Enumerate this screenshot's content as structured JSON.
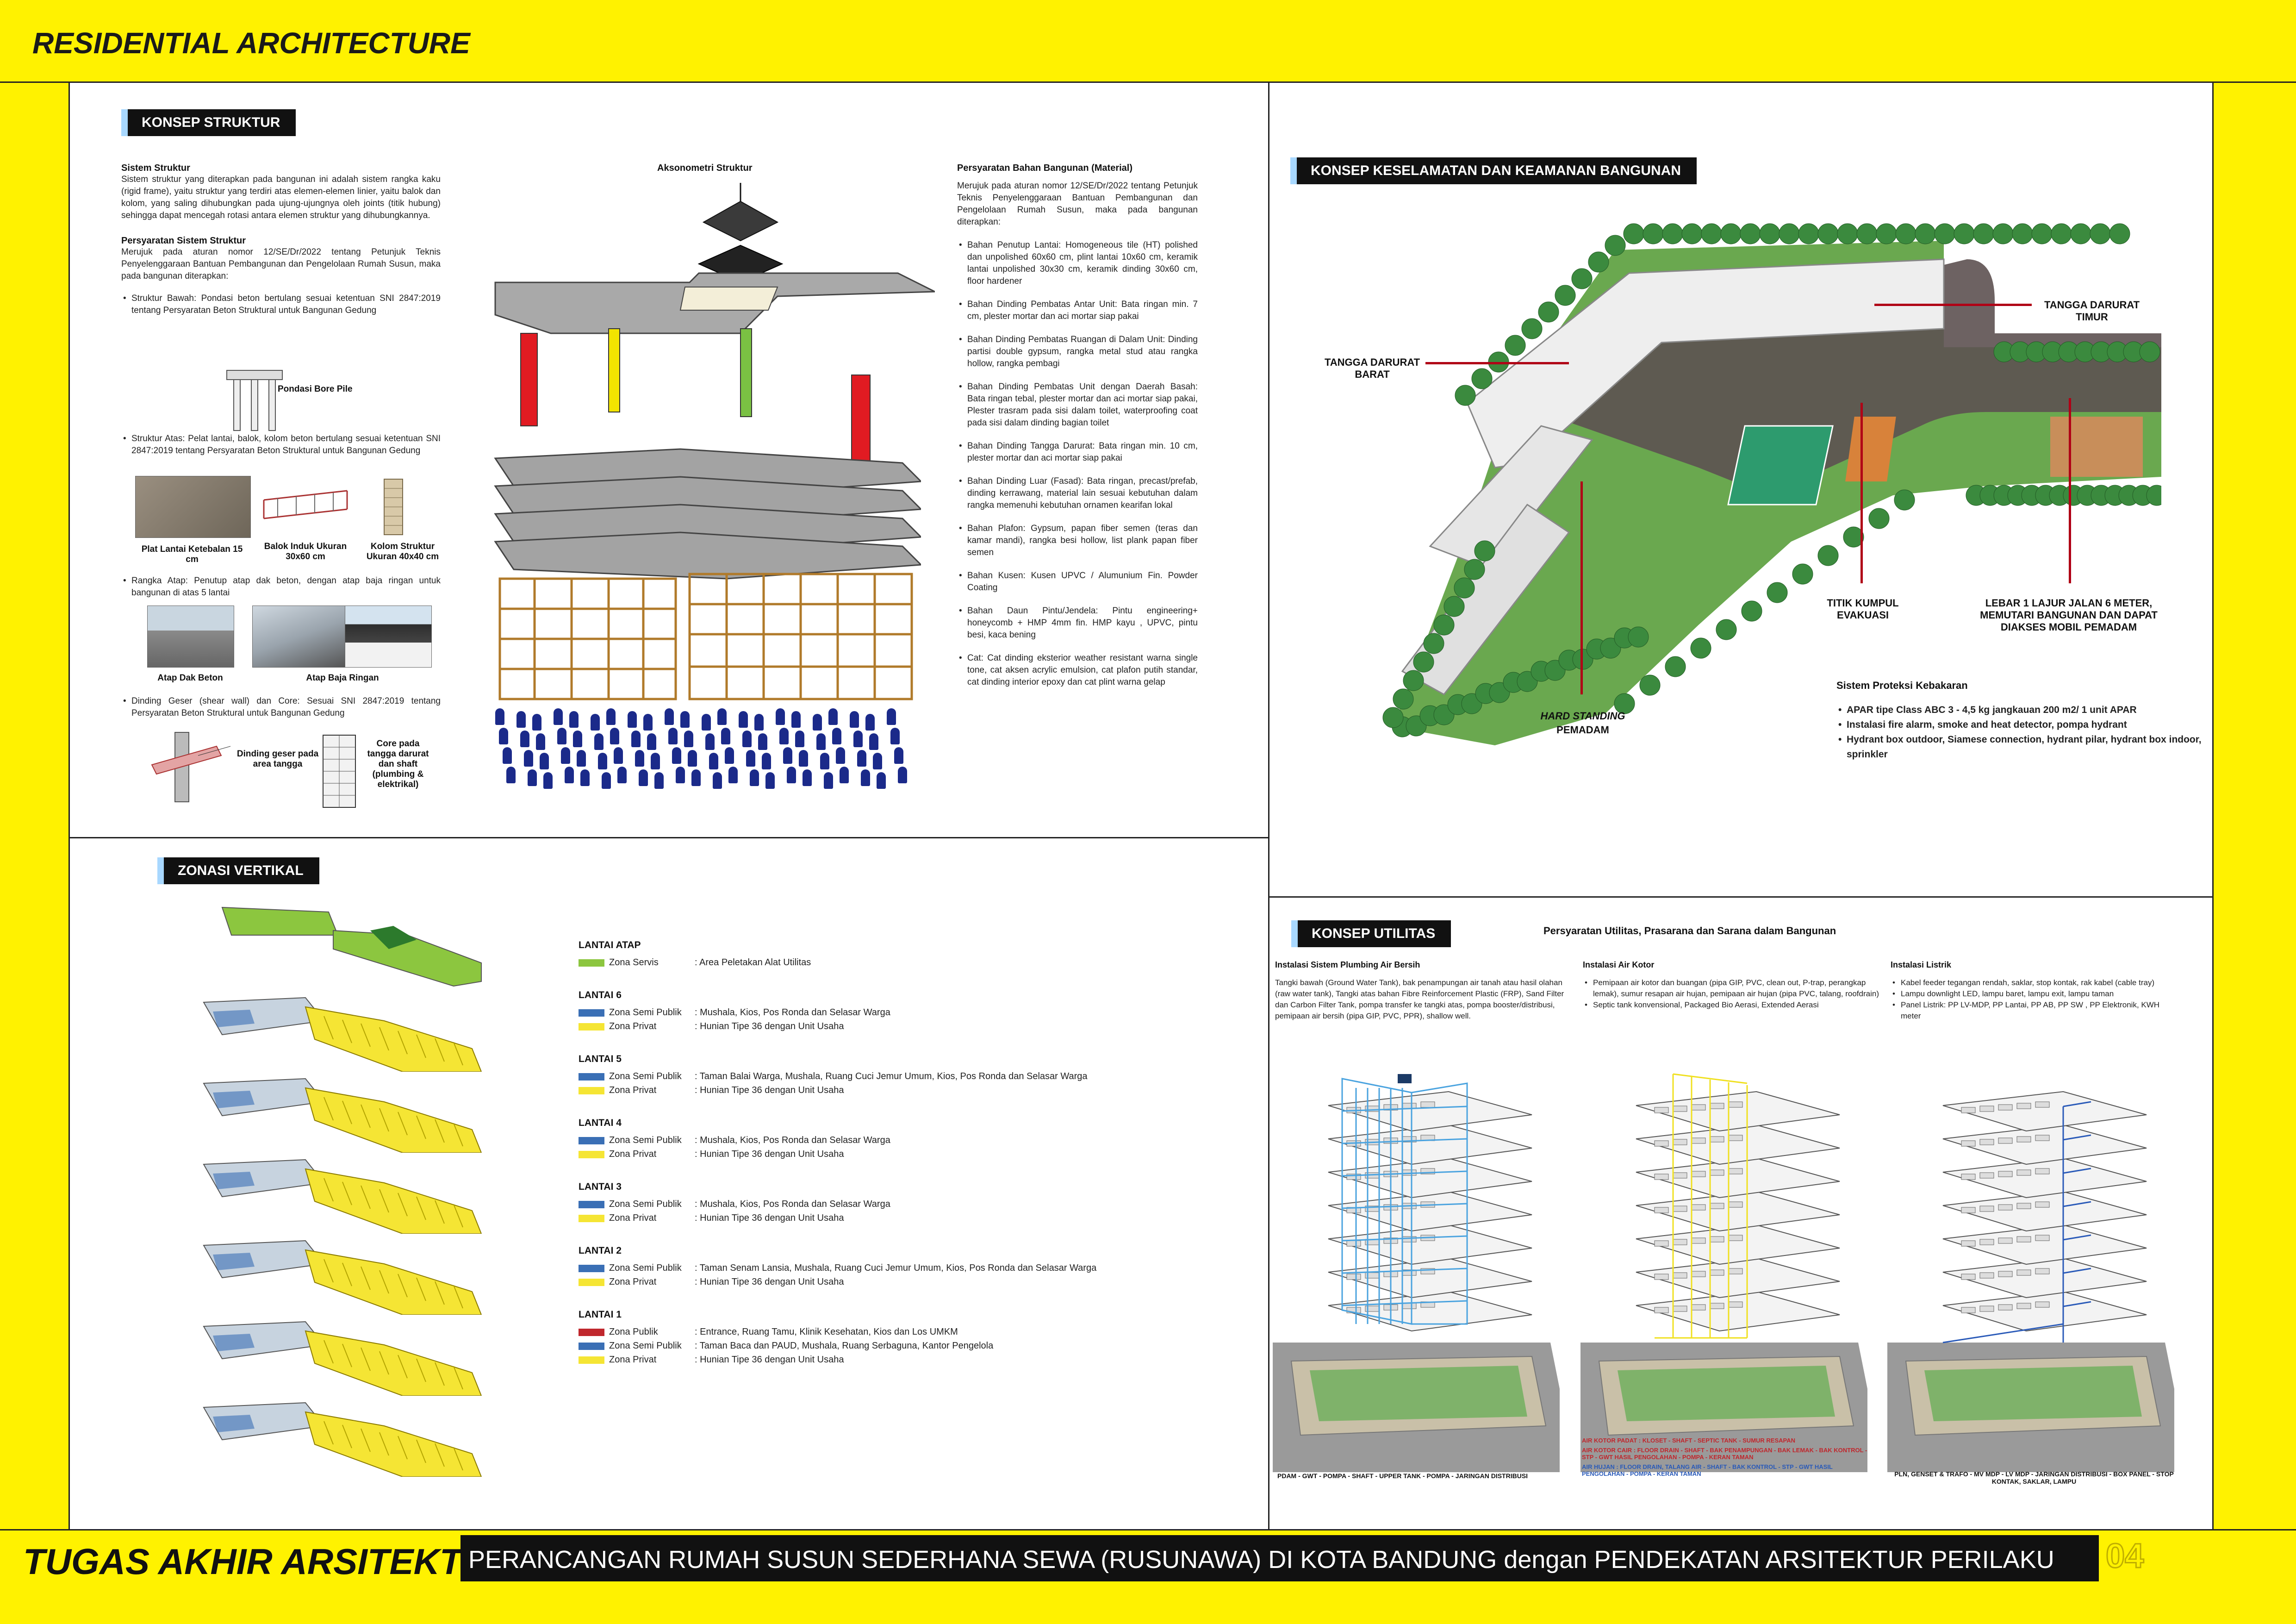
{
  "header": {
    "title": "RESIDENTIAL ARCHITECTURE"
  },
  "footer": {
    "left": "TUGAS AKHIR ARSITEKTUR",
    "center": "PERANCANGAN RUMAH SUSUN SEDERHANA SEWA (RUSUNAWA) DI KOTA BANDUNG dengan PENDEKATAN ARSITEKTUR PERILAKU",
    "page": "04"
  },
  "konsep_struktur": {
    "title": "KONSEP STRUKTUR",
    "sistem_heading": "Sistem Struktur",
    "sistem_text": "Sistem struktur yang diterapkan pada bangunan ini adalah sistem rangka kaku (rigid frame), yaitu struktur yang terdiri atas elemen-elemen linier, yaitu balok dan kolom, yang saling dihubungkan pada ujung-ujungnya oleh joints (titik hubung) sehingga dapat mencegah rotasi antara elemen struktur yang dihubungkannya.",
    "persyaratan_heading": "Persyaratan Sistem Struktur",
    "persyaratan_text": "Merujuk pada aturan nomor 12/SE/Dr/2022 tentang Petunjuk Teknis Penyelenggaraan Bantuan Pembangunan dan Pengelolaan Rumah Susun, maka pada bangunan diterapkan:",
    "struktur_bawah": "Struktur Bawah: Pondasi beton bertulang sesuai ketentuan SNI 2847:2019 tentang Persyaratan Beton Struktural untuk Bangunan Gedung",
    "pondasi_caption": "Pondasi Bore Pile",
    "struktur_atas": "Struktur Atas: Pelat lantai, balok, kolom beton bertulang sesuai ketentuan SNI 2847:2019 tentang Persyaratan Beton Struktural untuk Bangunan Gedung",
    "photo_captions": [
      "Plat Lantai Ketebalan 15 cm",
      "Balok Induk Ukuran 30x60 cm",
      "Kolom Struktur Ukuran 40x40 cm"
    ],
    "rangka_atap": "Rangka Atap: Penutup atap dak beton, dengan atap baja ringan untuk bangunan di atas 5 lantai",
    "atap_captions": [
      "Atap Dak Beton",
      "Atap Baja Ringan"
    ],
    "dinding_geser": "Dinding Geser (shear wall) dan Core: Sesuai SNI 2847:2019 tentang Persyaratan Beton Struktural untuk Bangunan Gedung",
    "dinding_caption": "Dinding geser pada area tangga",
    "core_caption": "Core pada tangga darurat dan shaft (plumbing & elektrikal)",
    "aksonometri_title": "Aksonometri Struktur",
    "material_heading": "Persyaratan Bahan Bangunan (Material)",
    "material_intro": "Merujuk pada aturan nomor 12/SE/Dr/2022 tentang Petunjuk Teknis Penyelenggaraan Bantuan Pembangunan dan Pengelolaan Rumah Susun, maka pada bangunan diterapkan:",
    "materials": [
      "Bahan Penutup Lantai: Homogeneous tile (HT) polished dan unpolished 60x60 cm, plint lantai 10x60 cm, keramik lantai unpolished 30x30 cm, keramik dinding 30x60 cm, floor hardener",
      "Bahan Dinding Pembatas Antar Unit: Bata ringan min. 7 cm, plester mortar dan aci mortar siap pakai",
      "Bahan Dinding Pembatas Ruangan di Dalam Unit: Dinding partisi double gypsum, rangka metal stud atau rangka hollow, rangka pembagi",
      "Bahan Dinding Pembatas Unit dengan Daerah Basah: Bata ringan tebal, plester mortar dan aci mortar siap pakai, Plester trasram pada sisi dalam toilet, waterproofing coat pada sisi dalam dinding bagian toilet",
      "Bahan Dinding Tangga Darurat: Bata ringan min. 10 cm, plester mortar dan aci mortar siap pakai",
      "Bahan Dinding Luar (Fasad): Bata ringan, precast/prefab, dinding kerrawang, material lain sesuai kebutuhan dalam rangka memenuhi kebutuhan ornamen kearifan lokal",
      "Bahan Plafon: Gypsum, papan fiber semen (teras dan kamar mandi), rangka besi hollow, list plank papan fiber semen",
      "Bahan Kusen: Kusen UPVC / Alumunium Fin. Powder Coating",
      "Bahan Daun Pintu/Jendela: Pintu engineering+ honeycomb + HMP 4mm fin. HMP kayu , UPVC, pintu besi, kaca bening",
      "Cat: Cat dinding eksterior weather resistant warna single tone, cat aksen acrylic emulsion, cat plafon putih standar, cat dinding interior epoxy dan cat plint warna gelap"
    ]
  },
  "keselamatan": {
    "title": "KONSEP KESELAMATAN DAN KEAMANAN BANGUNAN",
    "labels": {
      "tangga_timur": "TANGGA DARURAT TIMUR",
      "tangga_barat": "TANGGA DARURAT BARAT",
      "titik_kumpul": "TITIK KUMPUL EVAKUASI",
      "lebar_jalan": "LEBAR 1 LAJUR JALAN 6 METER, MEMUTARI BANGUNAN DAN DAPAT DIAKSES MOBIL PEMADAM",
      "hard_standing_1": "HARD STANDING",
      "hard_standing_2": "PEMADAM"
    },
    "proteksi_heading": "Sistem Proteksi Kebakaran",
    "proteksi_items": [
      "APAR tipe Class ABC 3 - 4,5 kg jangkauan 200 m2/ 1 unit APAR",
      "Instalasi fire alarm, smoke and heat detector, pompa hydrant",
      "Hydrant box outdoor, Siamese connection, hydrant pilar, hydrant box indoor, sprinkler"
    ]
  },
  "zonasi": {
    "title": "ZONASI VERTIKAL",
    "floors": [
      {
        "name": "LANTAI ATAP",
        "rows": [
          {
            "zone": "Zona Servis",
            "desc": ": Area Peletakan Alat Utilitas",
            "color": "#8cc63f"
          }
        ]
      },
      {
        "name": "LANTAI 6",
        "rows": [
          {
            "zone": "Zona Semi Publik",
            "desc": ": Mushala, Kios, Pos Ronda dan Selasar Warga",
            "color": "#3a6fb5"
          },
          {
            "zone": "Zona Privat",
            "desc": ": Hunian Tipe 36 dengan Unit Usaha",
            "color": "#f5e534"
          }
        ]
      },
      {
        "name": "LANTAI 5",
        "rows": [
          {
            "zone": "Zona Semi Publik",
            "desc": ": Taman Balai Warga, Mushala, Ruang Cuci Jemur Umum, Kios, Pos Ronda dan Selasar Warga",
            "color": "#3a6fb5"
          },
          {
            "zone": "Zona Privat",
            "desc": ": Hunian Tipe 36 dengan Unit Usaha",
            "color": "#f5e534"
          }
        ]
      },
      {
        "name": "LANTAI 4",
        "rows": [
          {
            "zone": "Zona Semi Publik",
            "desc": ": Mushala, Kios, Pos Ronda dan Selasar Warga",
            "color": "#3a6fb5"
          },
          {
            "zone": "Zona Privat",
            "desc": ": Hunian Tipe 36 dengan Unit Usaha",
            "color": "#f5e534"
          }
        ]
      },
      {
        "name": "LANTAI 3",
        "rows": [
          {
            "zone": "Zona Semi Publik",
            "desc": ": Mushala, Kios, Pos Ronda dan Selasar Warga",
            "color": "#3a6fb5"
          },
          {
            "zone": "Zona Privat",
            "desc": ": Hunian Tipe 36 dengan Unit Usaha",
            "color": "#f5e534"
          }
        ]
      },
      {
        "name": "LANTAI 2",
        "rows": [
          {
            "zone": "Zona Semi Publik",
            "desc": ": Taman Senam Lansia, Mushala, Ruang Cuci Jemur Umum, Kios, Pos Ronda dan Selasar Warga",
            "color": "#3a6fb5"
          },
          {
            "zone": "Zona Privat",
            "desc": ": Hunian Tipe 36 dengan Unit Usaha",
            "color": "#f5e534"
          }
        ]
      },
      {
        "name": "LANTAI 1",
        "rows": [
          {
            "zone": "Zona Publik",
            "desc": ": Entrance, Ruang Tamu, Klinik Kesehatan, Kios dan Los UMKM",
            "color": "#c0272d"
          },
          {
            "zone": "Zona Semi Publik",
            "desc": ": Taman Baca dan PAUD, Mushala, Ruang Serbaguna, Kantor Pengelola",
            "color": "#3a6fb5"
          },
          {
            "zone": "Zona Privat",
            "desc": ": Hunian Tipe 36 dengan Unit Usaha",
            "color": "#f5e534"
          }
        ]
      }
    ]
  },
  "utilitas": {
    "title": "KONSEP UTILITAS",
    "subtitle": "Persyaratan Utilitas, Prasarana dan Sarana dalam Bangunan",
    "plumbing_heading": "Instalasi Sistem Plumbing Air Bersih",
    "plumbing_text": "Tangki bawah (Ground Water Tank), bak penampungan air tanah atau hasil olahan (raw water tank), Tangki atas bahan Fibre Reinforcement Plastic (FRP), Sand Filter dan Carbon Filter Tank, pompa transfer ke tangki atas, pompa booster/distribusi, pemipaan air bersih (pipa GIP, PVC, PPR), shallow well.",
    "kotor_heading": "Instalasi Air Kotor",
    "kotor_items": [
      "Pemipaan air kotor dan buangan (pipa GIP, PVC, clean out, P-trap, perangkap lemak), sumur resapan air hujan, pemipaan air hujan (pipa PVC, talang, roofdrain)",
      "Septic tank konvensional, Packaged Bio Aerasi, Extended Aerasi"
    ],
    "listrik_heading": "Instalasi Listrik",
    "listrik_items": [
      "Kabel feeder tegangan rendah, saklar, stop kontak, rak kabel (cable tray)",
      "Lampu downlight LED, lampu baret, lampu exit, lampu taman",
      "Panel Listrik: PP LV-MDP, PP Lantai, PP AB, PP SW , PP Elektronik, KWH meter"
    ],
    "plumbing_caption": "PDAM - GWT - POMPA - SHAFT - UPPER TANK - POMPA - JARINGAN DISTRIBUSI",
    "kotor_captions": [
      "AIR KOTOR PADAT : KLOSET - SHAFT - SEPTIC TANK - SUMUR RESAPAN",
      "AIR KOTOR CAIR : FLOOR DRAIN - SHAFT - BAK PENAMPUNGAN - BAK LEMAK - BAK KONTROL - STP - GWT HASIL PENGOLAHAN - POMPA - KERAN TAMAN",
      "AIR HUJAN : FLOOR DRAIN, TALANG AIR - SHAFT - BAK KONTROL - STP - GWT HASIL PENGOLAHAN - POMPA - KERAN TAMAN"
    ],
    "listrik_caption": "PLN, GENSET & TRAFO - MV MDP - LV MDP - JARINGAN DISTRIBUSI - BOX PANEL - STOP KONTAK, SAKLAR, LAMPU",
    "colors": {
      "plumbing": "#4aa3df",
      "kotor": "#f0e020",
      "listrik": "#2a5ab8"
    }
  }
}
